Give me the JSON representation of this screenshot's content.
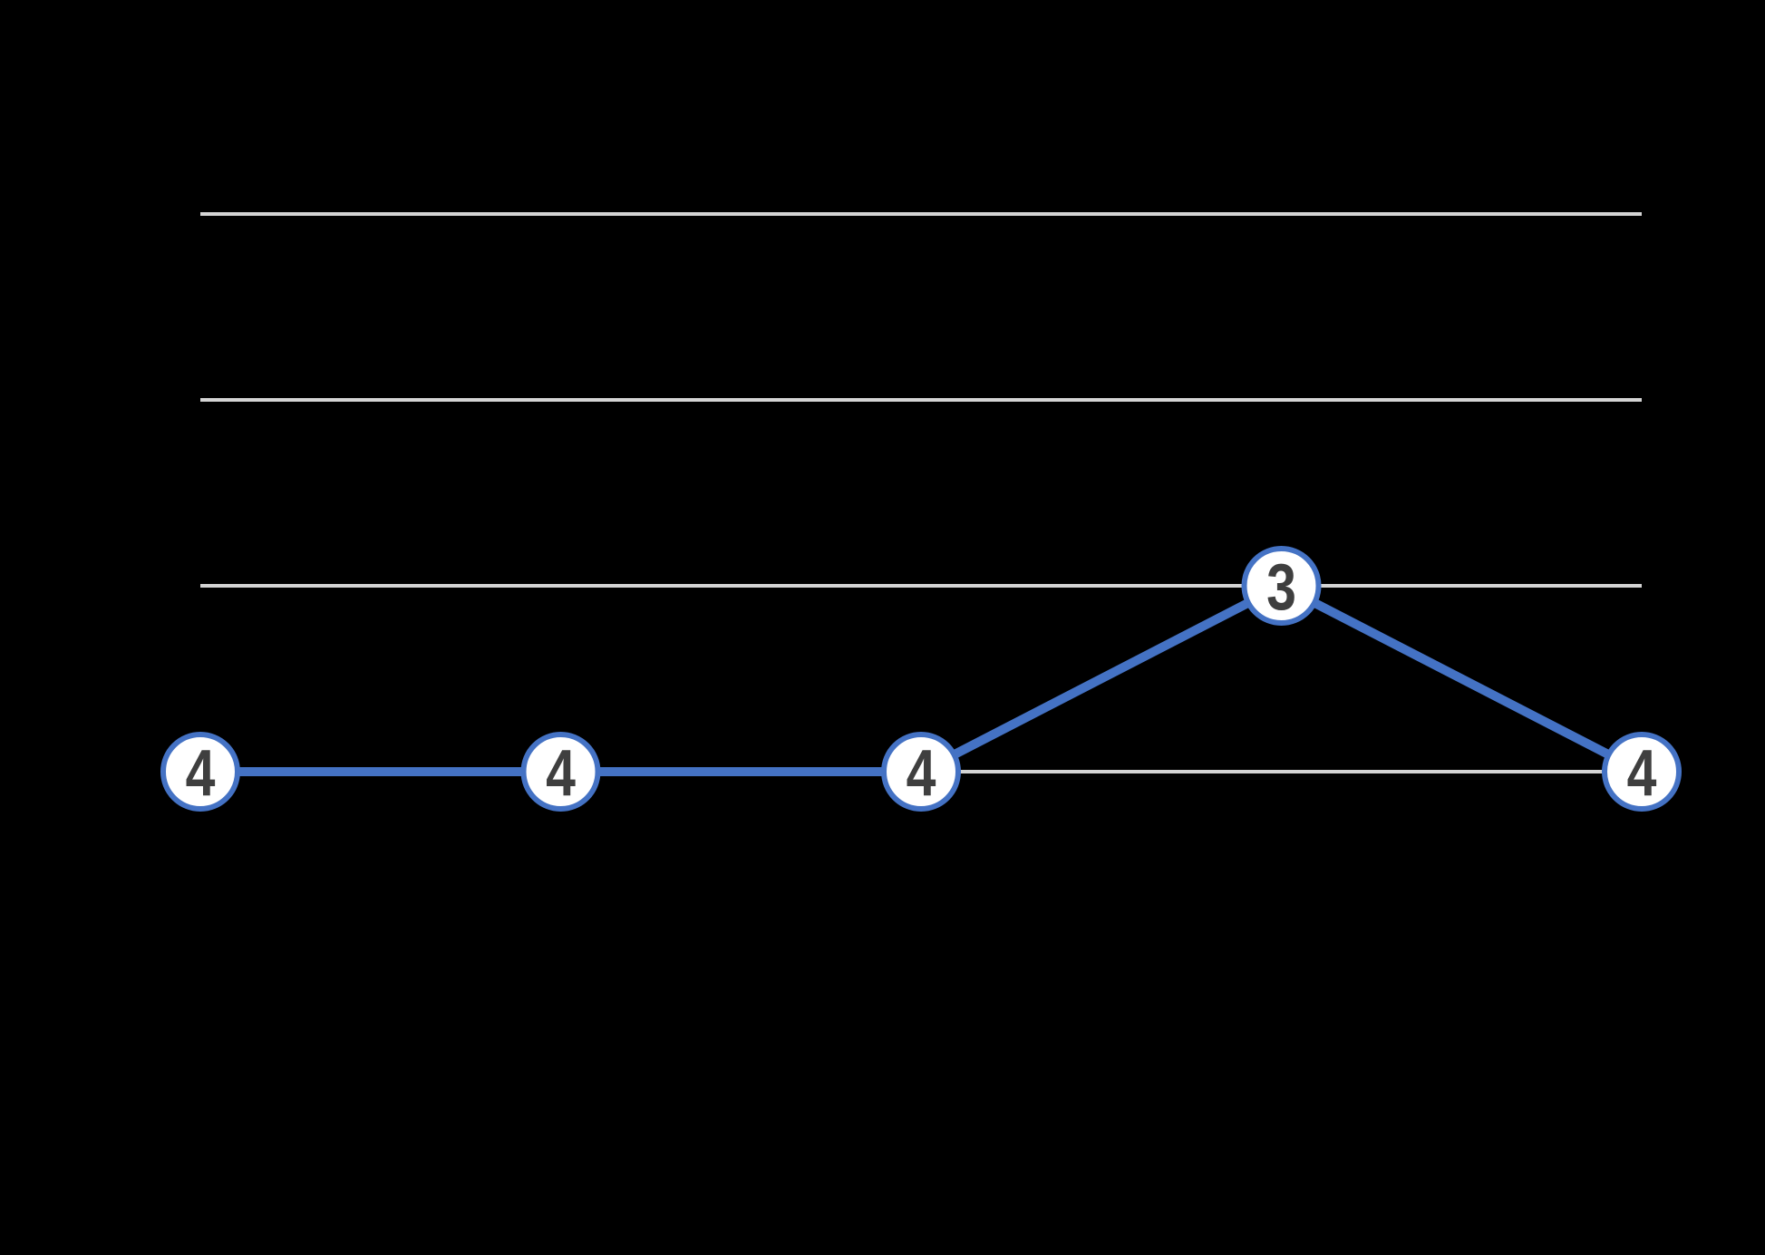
{
  "colors": {
    "background": "#000000",
    "series_line": "#4472C4",
    "marker_fill": "#FFFFFF",
    "marker_border": "#4472C4",
    "marker_label_text": "#3F3F3F",
    "gridline": "#D4D4D4"
  },
  "chart_data": {
    "type": "line",
    "x": [
      1,
      2,
      3,
      4,
      5
    ],
    "series": [
      {
        "name": "",
        "values": [
          4,
          4,
          4,
          3,
          4
        ],
        "point_labels": [
          "4",
          "4",
          "4",
          "3",
          "4"
        ]
      }
    ],
    "title": "",
    "xlabel": "",
    "ylabel": "",
    "x_tick_labels": [],
    "y_tick_labels": [],
    "ylim": [
      1,
      4
    ],
    "y_axis_reversed": true,
    "y_gridline_values": [
      1,
      2,
      3,
      4
    ],
    "grid": true,
    "legend": false,
    "markers": "circle-with-data-label"
  }
}
